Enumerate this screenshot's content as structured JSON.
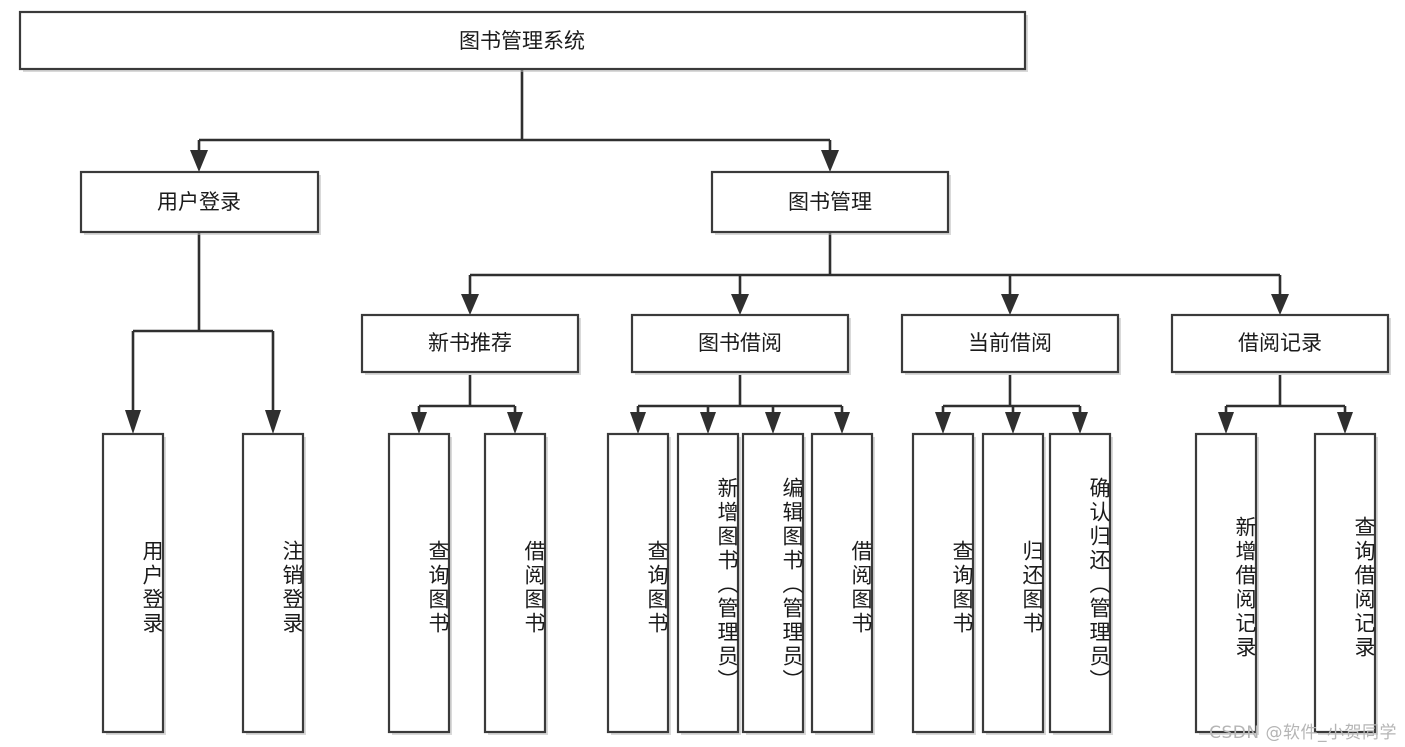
{
  "diagram": {
    "title": "图书管理系统",
    "watermark": "CSDN @软件_小贺同学",
    "style": {
      "box_stroke": "#3a3a3a",
      "box_fill": "#ffffff",
      "connector": "#2f2f2f",
      "text": "#1b1b1b",
      "watermark_color": "#b5b5b5"
    },
    "levels": {
      "root": {
        "label": "图书管理系统"
      },
      "level2": [
        {
          "label": "用户登录"
        },
        {
          "label": "图书管理"
        }
      ],
      "level3": [
        {
          "label": "新书推荐"
        },
        {
          "label": "图书借阅"
        },
        {
          "label": "当前借阅"
        },
        {
          "label": "借阅记录"
        }
      ],
      "leaves": {
        "user_login": [
          {
            "label": "用户登录"
          },
          {
            "label": "注销登录"
          }
        ],
        "new_book_recommend": [
          {
            "label": "查询图书"
          },
          {
            "label": "借阅图书"
          }
        ],
        "book_borrow": [
          {
            "label": "查询图书"
          },
          {
            "label": "新增图书（管理员）"
          },
          {
            "label": "编辑图书（管理员）"
          },
          {
            "label": "借阅图书"
          }
        ],
        "current_borrow": [
          {
            "label": "查询图书"
          },
          {
            "label": "归还图书"
          },
          {
            "label": "确认归还（管理员）"
          }
        ],
        "borrow_record": [
          {
            "label": "新增借阅记录"
          },
          {
            "label": "查询借阅记录"
          }
        ]
      }
    }
  }
}
